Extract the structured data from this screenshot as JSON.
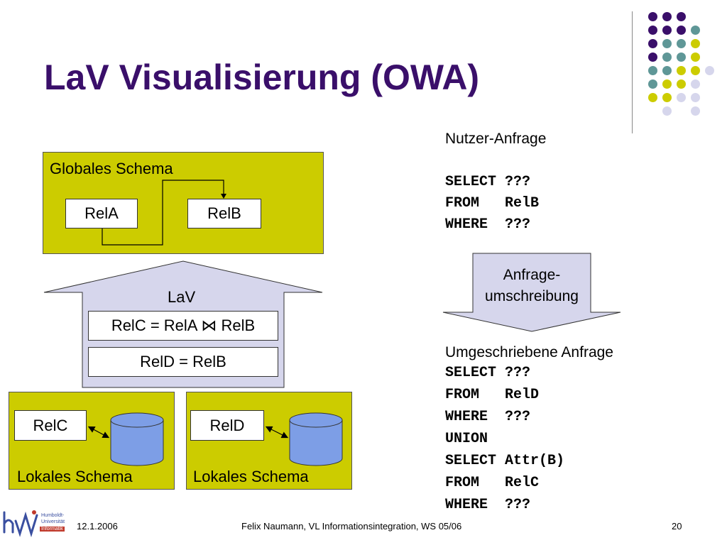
{
  "title": "LaV Visualisierung (OWA)",
  "global_schema": {
    "label": "Globales Schema",
    "rel_a": "RelA",
    "rel_b": "RelB"
  },
  "lav": {
    "label": "LaV",
    "def_c": "RelC = RelA ⋈ RelB",
    "def_d": "RelD = RelB"
  },
  "local_schemas": [
    {
      "label": "Lokales Schema",
      "rel": "RelC"
    },
    {
      "label": "Lokales Schema",
      "rel": "RelD"
    }
  ],
  "user_query": {
    "heading": "Nutzer-Anfrage",
    "lines": [
      "SELECT ???",
      "FROM   RelB",
      "WHERE  ???"
    ]
  },
  "rewriting": {
    "line1": "Anfrage-",
    "line2": "umschreibung"
  },
  "rewritten_query": {
    "heading": "Umgeschriebene Anfrage",
    "lines": [
      "SELECT ???",
      "FROM   RelD",
      "WHERE  ???",
      "UNION",
      "SELECT Attr(B)",
      "FROM   RelC",
      "WHERE  ???"
    ]
  },
  "footer": {
    "logo_line1": "Humboldt-",
    "logo_line2": "Universität",
    "logo_line3": "Informatik",
    "date": "12.1.2006",
    "author": "Felix Naumann, VL Informationsintegration, WS 05/06",
    "page": "20"
  },
  "colors": {
    "purple": "#3a0f6a",
    "teal": "#5f9797",
    "olive": "#cccc00",
    "lavender": "#d6d6ec",
    "cylinder": "#7d9ee6"
  }
}
